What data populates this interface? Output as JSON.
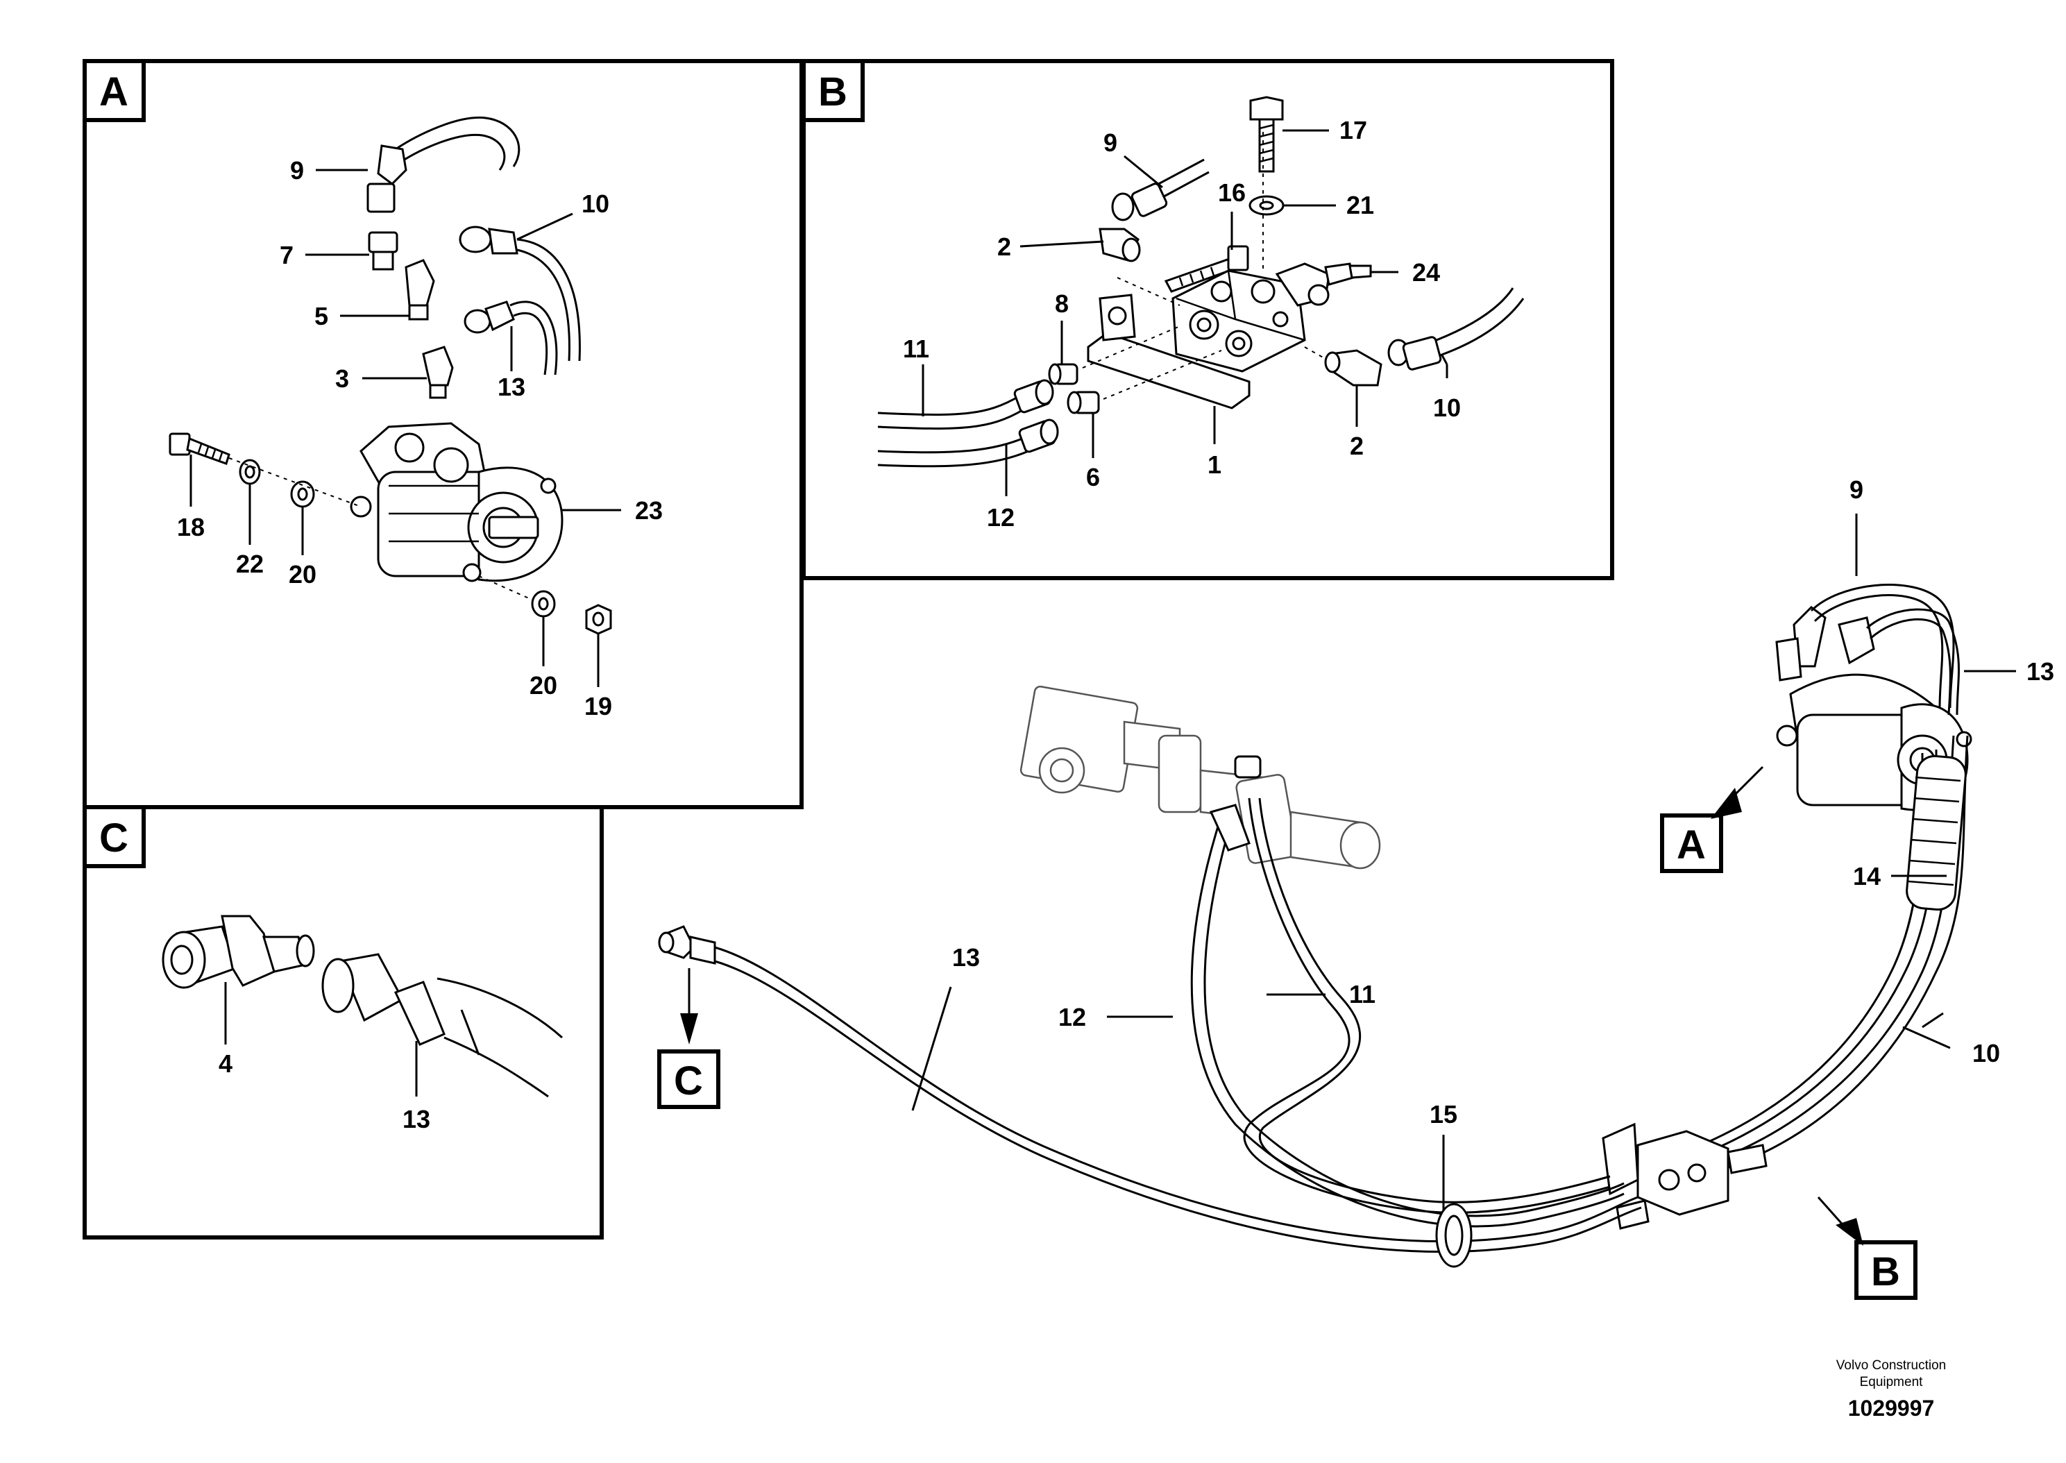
{
  "panels": {
    "A": {
      "label": "A",
      "callouts": [
        "9",
        "7",
        "5",
        "3",
        "10",
        "13",
        "18",
        "22",
        "20",
        "23",
        "20",
        "19"
      ]
    },
    "B": {
      "label": "B",
      "callouts": [
        "17",
        "9",
        "16",
        "21",
        "2",
        "24",
        "8",
        "11",
        "12",
        "6",
        "1",
        "2",
        "10"
      ]
    },
    "C": {
      "label": "C",
      "callouts": [
        "4",
        "13"
      ]
    }
  },
  "overview": {
    "callouts": [
      "9",
      "13",
      "14",
      "10",
      "13",
      "12",
      "11",
      "15"
    ],
    "markers": [
      "A",
      "B",
      "C"
    ]
  },
  "footer": {
    "brand_line1": "Volvo Construction",
    "brand_line2": "Equipment",
    "doc_number": "1029997"
  }
}
